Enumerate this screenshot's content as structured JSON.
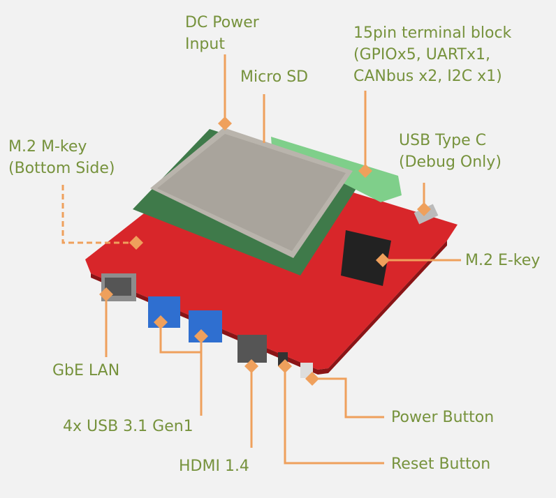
{
  "colors": {
    "label": "#76923c",
    "leader": "#efa05c",
    "background": "#f2f2f2",
    "pcb": "#d8262a"
  },
  "labels": {
    "dc_power": [
      "DC Power",
      "Input"
    ],
    "micro_sd": "Micro SD",
    "terminal_block": [
      "15pin terminal block",
      "(GPIOx5, UARTx1,",
      "CANbus x2, I2C x1)"
    ],
    "m2_mkey": [
      "M.2 M-key",
      "(Bottom Side)"
    ],
    "usb_typec": [
      "USB Type C",
      "(Debug Only)"
    ],
    "m2_ekey": "M.2 E-key",
    "gbe_lan": "GbE LAN",
    "usb31": "4x USB 3.1 Gen1",
    "hdmi": "HDMI 1.4",
    "power_button": "Power Button",
    "reset_button": "Reset Button"
  }
}
